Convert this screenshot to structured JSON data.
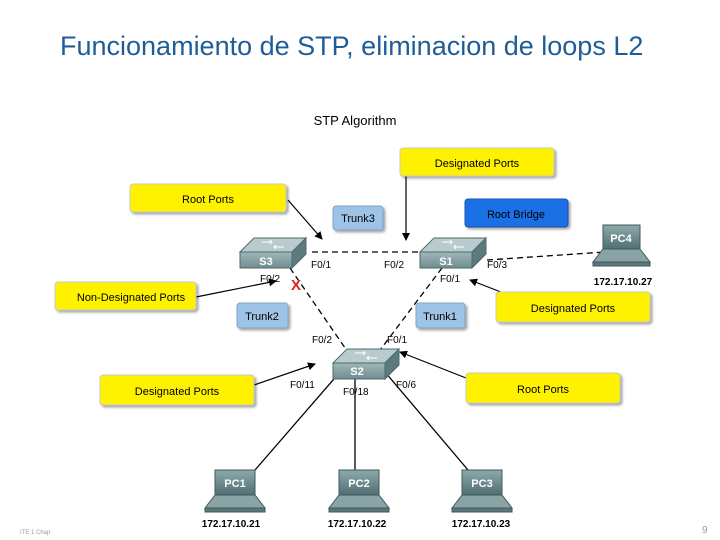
{
  "slide": {
    "title": "Funcionamiento de STP, eliminacion de loops L2",
    "footer_left": "ITE 1 Chap",
    "page_number": "9"
  },
  "diagram": {
    "heading": "STP Algorithm",
    "callouts": {
      "root_ports_s3": "Root Ports",
      "designated_ports_s1": "Designated Ports",
      "root_bridge": "Root Bridge",
      "non_designated_ports": "Non-Designated Ports",
      "designated_ports_s1_f01": "Designated Ports",
      "designated_ports_s2": "Designated Ports",
      "root_ports_s2": "Root Ports"
    },
    "trunks": {
      "trunk1": "Trunk1",
      "trunk2": "Trunk2",
      "trunk3": "Trunk3"
    },
    "switches": {
      "s1": "S1",
      "s2": "S2",
      "s3": "S3"
    },
    "ports": {
      "s3_f01": "F0/1",
      "s3_f02": "F0/2",
      "s1_f02": "F0/2",
      "s1_f03": "F0/3",
      "s1_f01": "F0/1",
      "s2_f02": "F0/2",
      "s2_f01": "F0/1",
      "s2_f011": "F0/11",
      "s2_f018": "F0/18",
      "s2_f06": "F0/6"
    },
    "blocked_marker": "X",
    "pcs": {
      "pc1": {
        "label": "PC1",
        "ip": "172.17.10.21"
      },
      "pc2": {
        "label": "PC2",
        "ip": "172.17.10.22"
      },
      "pc3": {
        "label": "PC3",
        "ip": "172.17.10.23"
      },
      "pc4": {
        "label": "PC4",
        "ip": "172.17.10.27"
      }
    }
  },
  "colors": {
    "title": "#1f5d98",
    "yellow_box": "#fff200",
    "blue_box": "#9dc3e6",
    "root_bridge_box": "#1f6fe5",
    "blocked": "#e02020"
  }
}
